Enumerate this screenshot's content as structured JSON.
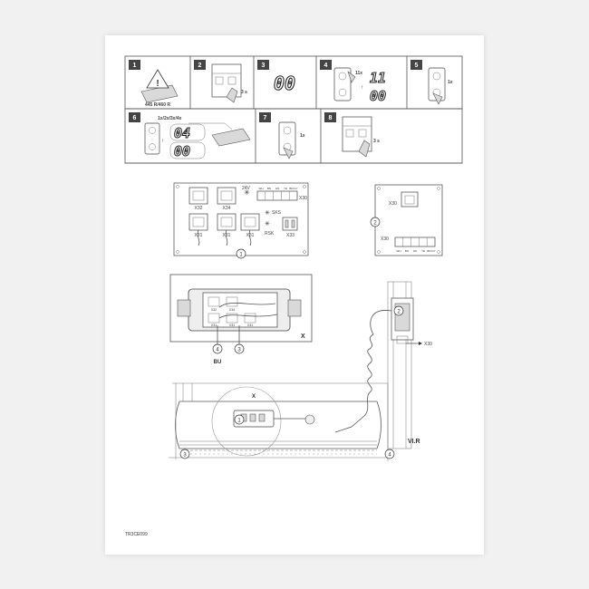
{
  "document": {
    "footer_code": "TR3CE099"
  },
  "steps": [
    {
      "number": "1",
      "caption": "445 R/460 R"
    },
    {
      "number": "2",
      "caption": "3 s"
    },
    {
      "number": "3",
      "display": "00"
    },
    {
      "number": "4",
      "caption": "11x",
      "display_top": "11",
      "display_bottom": "00"
    },
    {
      "number": "5",
      "caption": "1x"
    },
    {
      "number": "6",
      "caption": "1x/2x/3x/4x",
      "display_top": "04",
      "display_bottom": "00"
    },
    {
      "number": "7",
      "caption": "1x"
    },
    {
      "number": "8",
      "caption": "3 s"
    }
  ],
  "board": {
    "ports": [
      "X32",
      "X34",
      "X31",
      "X31",
      "X31"
    ],
    "voltage": "24V",
    "x30_label": "X30",
    "terminals": [
      "WH",
      "BN",
      "GN",
      "YE",
      "BK/GY"
    ],
    "skd_label": "SKS",
    "rsk_label": "RSK",
    "x33_label": "X33",
    "callout": "1"
  },
  "junction": {
    "x30_label": "X30",
    "x30_lower_label": "X30",
    "terminals": [
      "WH",
      "BN",
      "GN",
      "YE",
      "BK/GY"
    ],
    "callout": "2"
  },
  "assembly": {
    "detail_label": "X",
    "callout_left": "4",
    "callout_right": "3",
    "bu_label": "BU",
    "ports": [
      "X32",
      "X31",
      "X34",
      "X31",
      "X31"
    ]
  },
  "installation": {
    "detail_label": "X",
    "x30_arrow_label": "X30",
    "callout_cable": "2",
    "callout_box": "1",
    "callout_left": "3",
    "callout_right": "4",
    "vlr_label": "VI.R"
  }
}
